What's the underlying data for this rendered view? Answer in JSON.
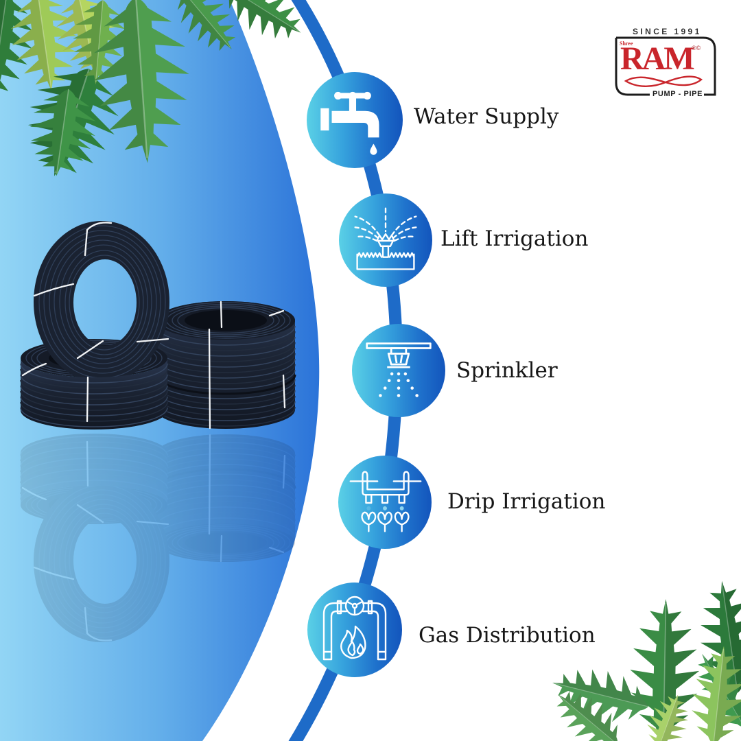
{
  "brand": {
    "since": "SINCE 1991",
    "prefix": "Shree",
    "name": "RAM",
    "marks": "®©",
    "tagline": "PUMP - PIPE",
    "logo_icon": "shree-ram-logo"
  },
  "hero": {
    "image": "hdpe-pipe-coils",
    "decoration": "tropical-leaves"
  },
  "applications": [
    {
      "label": "Water Supply",
      "icon": "water-tap-icon"
    },
    {
      "label": "Lift Irrigation",
      "icon": "lift-irrigation-sprinkler-icon"
    },
    {
      "label": "Sprinkler",
      "icon": "sprinkler-icon"
    },
    {
      "label": "Drip Irrigation",
      "icon": "drip-irrigation-icon"
    },
    {
      "label": "Gas Distribution",
      "icon": "gas-pipeline-icon"
    }
  ],
  "colors": {
    "brand_red": "#c9252b",
    "panel_light_blue": "#92d5f5",
    "panel_deep_blue": "#2a72d8",
    "arc_line_blue": "#1e6bc8",
    "icon_gradient_start": "#5ad0e6",
    "icon_gradient_end": "#1355bc",
    "label_text": "#171717"
  }
}
